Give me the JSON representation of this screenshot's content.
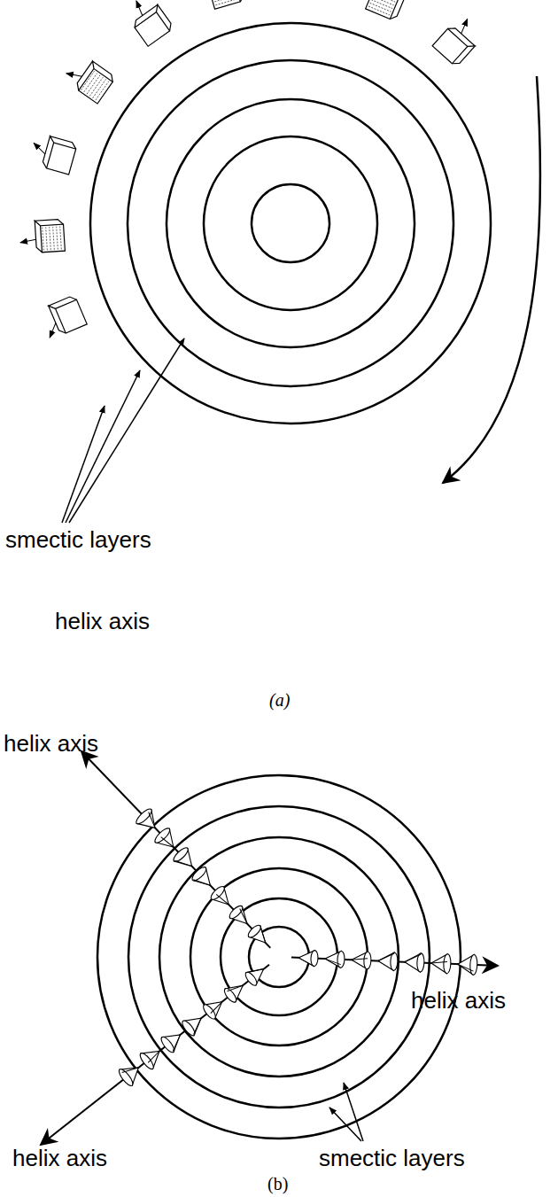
{
  "diagram": {
    "labels": [
      "smectic layers",
      "helix axis",
      "(a)",
      "helix axis",
      "helix axis",
      "helix axis",
      "smectic layers",
      "(b)"
    ]
  }
}
